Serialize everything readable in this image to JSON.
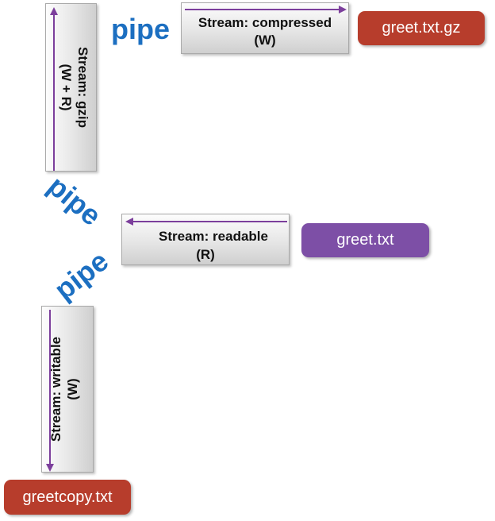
{
  "streams": {
    "gzip": {
      "line1": "Stream: gzip",
      "line2": "(W + R)"
    },
    "compressed": {
      "line1": "Stream: compressed",
      "line2": "(W)"
    },
    "readable": {
      "line1": "Stream: readable",
      "line2": "(R)"
    },
    "writable": {
      "line1": "Stream: writable",
      "line2": "(W)"
    }
  },
  "files": {
    "gz": "greet.txt.gz",
    "source": "greet.txt",
    "copy": "greetcopy.txt"
  },
  "pipes": {
    "top": "pipe",
    "middle": "pipe",
    "lower": "pipe"
  },
  "colors": {
    "pipe_text": "#1c6fc1",
    "file_red": "#b73d2c",
    "file_purple": "#7d4fa6",
    "arrow": "#7c3f9c"
  }
}
